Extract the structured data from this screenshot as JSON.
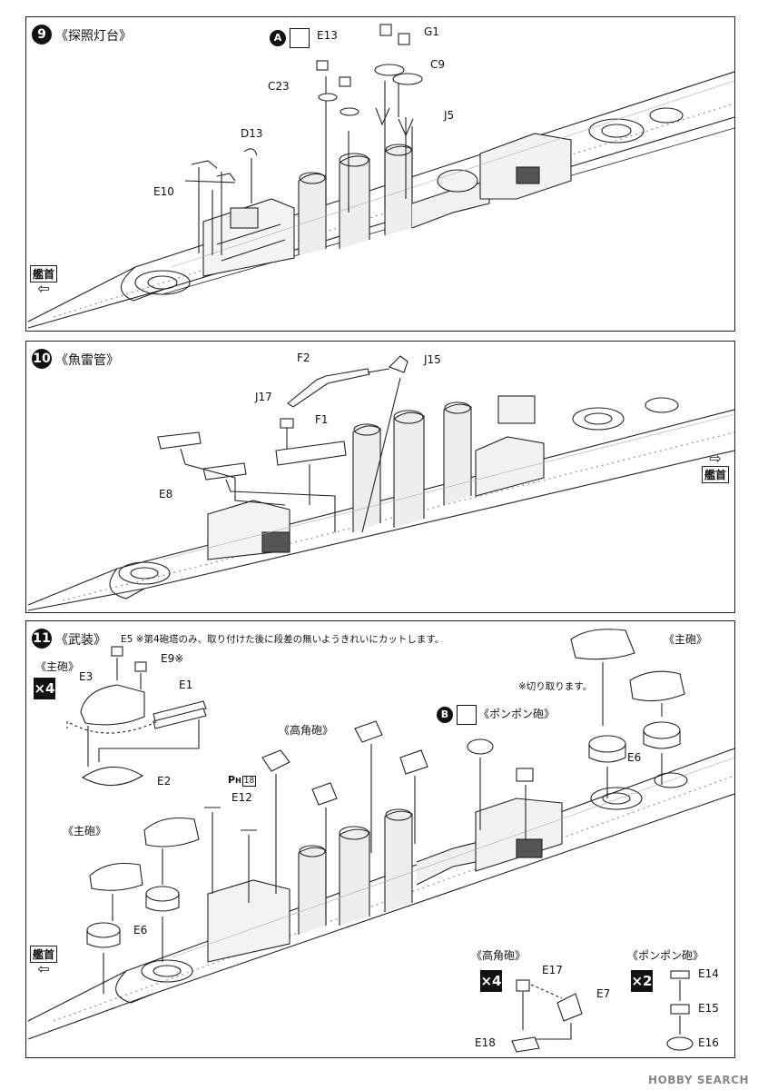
{
  "steps": [
    {
      "number": "9",
      "title": "《探照灯台》"
    },
    {
      "number": "10",
      "title": "《魚雷管》"
    },
    {
      "number": "11",
      "title": "《武装》"
    }
  ],
  "bow_label": "艦首",
  "step9_labels": {
    "a_tag": "A",
    "e13": "E13",
    "g1": "G1",
    "c9": "C9",
    "c23": "C23",
    "j5": "J5",
    "d13": "D13",
    "e10": "E10"
  },
  "step10_labels": {
    "f2": "F2",
    "j15": "J15",
    "j17": "J17",
    "f1": "F1",
    "e8": "E8"
  },
  "step11_labels": {
    "note": "E5 ※第4砲塔のみ、取り付けた後に段差の無いようきれいにカットします。",
    "main_gun": "《主砲》",
    "x4": "×4",
    "e3": "E3",
    "e9": "E9※",
    "e1": "E1",
    "e2": "E2",
    "cut_note": "※切り取ります。",
    "b_tag": "B",
    "pompom": "《ポンポン砲》",
    "e6": "E6",
    "ha_gun": "《高角砲》",
    "ph": "P",
    "ph_sub": "H",
    "ph_num": "18",
    "e12": "E12",
    "main_gun_2": "《主砲》",
    "e6_2": "E6",
    "ha_gun_2": "《高角砲》",
    "x4_2": "×4",
    "e17": "E17",
    "e7": "E7",
    "e18": "E18",
    "pompom_2": "《ポンポン砲》",
    "x2": "×2",
    "e14": "E14",
    "e15": "E15",
    "e16": "E16"
  },
  "watermark": "HOBBY SEARCH"
}
